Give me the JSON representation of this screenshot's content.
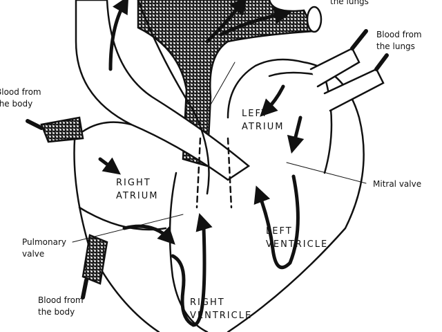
{
  "labels": {
    "to_lungs": "the lungs",
    "blood_from_lungs": "Blood from\nthe lungs",
    "blood_from_body_top": "Blood from\nthe body",
    "left_atrium": "LEFT\nATRIUM",
    "right_atrium": "RIGHT\nATRIUM",
    "mitral_valve": "Mitral valve",
    "pulmonary_valve": "Pulmonary\nvalve",
    "left_ventricle": "LEFT\nVENTRICLE",
    "blood_from_body_bottom": "Blood from\nthe body",
    "right_ventricle": "RIGHT\nVENTRICLE"
  },
  "colors": {
    "line": "#111111",
    "shading": "#9a9a9a",
    "background": "#ffffff"
  }
}
